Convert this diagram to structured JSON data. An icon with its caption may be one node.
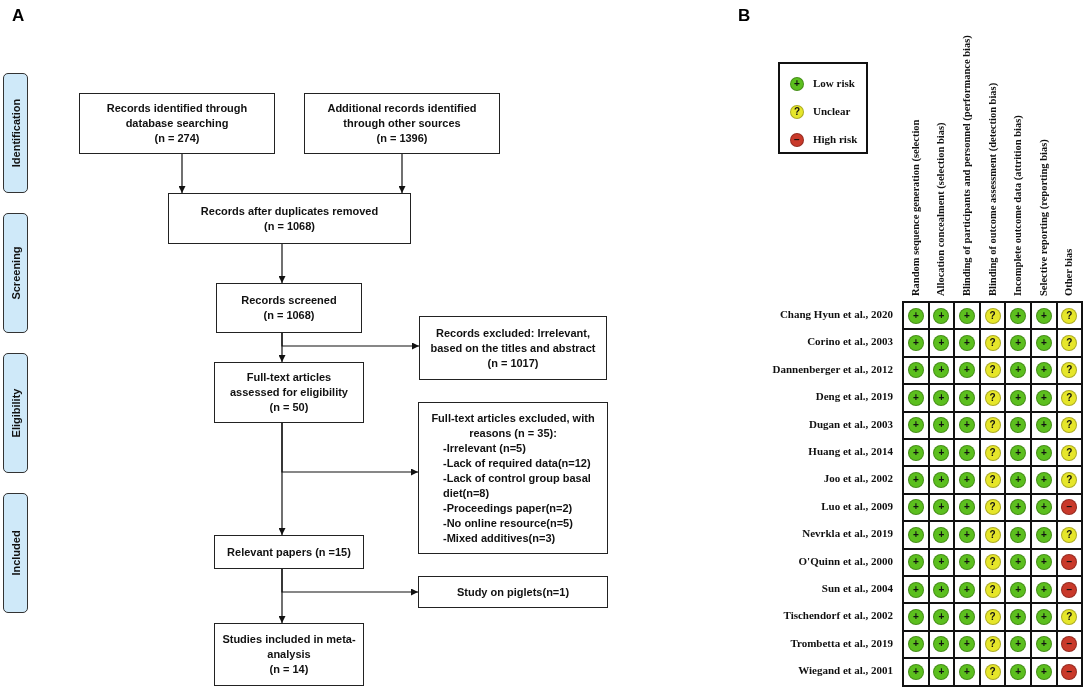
{
  "diagram": {
    "nodes": [
      {
        "text": [
          "Identification"
        ]
      },
      {
        "text": [
          "Screening"
        ]
      },
      {
        "text": [
          "Eligibility"
        ]
      },
      {
        "text": [
          "Included"
        ]
      },
      {
        "text": [
          "Records identified through database searching",
          "(n = 274)"
        ]
      },
      {
        "text": [
          "Additional records identified through other sources",
          "(n = 1396)"
        ]
      },
      {
        "text": [
          "Records after duplicates removed",
          "(n = 1068)"
        ]
      },
      {
        "text": [
          "Records screened",
          "(n = 1068)"
        ]
      },
      {
        "text": [
          "Records excluded: Irrelevant, based on the titles and abstract (n = 1017)"
        ]
      },
      {
        "text": [
          "Full-text articles assessed for eligibility",
          "(n = 50)"
        ]
      },
      {
        "text": [
          "Full-text articles excluded, with reasons (n = 35):",
          "-Irrelevant (n=5)",
          "-Lack of required data(n=12)",
          "-Lack of control group basal diet(n=8)",
          "-Proceedings paper(n=2)",
          "-No online resource(n=5)",
          "-Mixed additives(n=3)"
        ]
      },
      {
        "text": [
          "Relevant papers (n =15)"
        ]
      },
      {
        "text": [
          "Study on piglets(n=1)"
        ]
      },
      {
        "text": [
          "Studies included in meta-analysis",
          "(n = 14)"
        ]
      }
    ],
    "edges": [
      {
        "from": 4,
        "to": 6,
        "arrow": "to"
      },
      {
        "from": 5,
        "to": 6,
        "arrow": "to"
      },
      {
        "from": 6,
        "to": 7,
        "arrow": "to"
      },
      {
        "from": 7,
        "to": 9,
        "arrow": "to"
      },
      {
        "from": 7,
        "to": 8,
        "arrow": "to"
      },
      {
        "from": 9,
        "to": 11,
        "arrow": "to"
      },
      {
        "from": 9,
        "to": 10,
        "arrow": "to"
      },
      {
        "from": 11,
        "to": 13,
        "arrow": "to"
      },
      {
        "from": 11,
        "to": 12,
        "arrow": "to"
      }
    ],
    "labels": [
      "A",
      "B",
      "+",
      "?",
      "−",
      "Random sequence generation (selection",
      "Allocation concealment (selection bias)",
      "Blinding of participants and personnel (performance bias)",
      "Blinding of outcome assessment (detection bias)",
      "Incomplete outcome data (attrition bias)",
      "Selective reporting (reporting bias)",
      "Other bias",
      "Chang Hyun et al., 2020",
      "+",
      "+",
      "+",
      "?",
      "+",
      "+",
      "?",
      "Corino et al., 2003",
      "+",
      "+",
      "+",
      "?",
      "+",
      "+",
      "?",
      "Dannenberger et al., 2012",
      "+",
      "+",
      "+",
      "?",
      "+",
      "+",
      "?",
      "Deng et al., 2019",
      "+",
      "+",
      "+",
      "?",
      "+",
      "+",
      "?",
      "Dugan et al., 2003",
      "+",
      "+",
      "+",
      "?",
      "+",
      "+",
      "?",
      "Huang et al., 2014",
      "+",
      "+",
      "+",
      "?",
      "+",
      "+",
      "?",
      "Joo et al., 2002",
      "+",
      "+",
      "+",
      "?",
      "+",
      "+",
      "?",
      "Luo et al., 2009",
      "+",
      "+",
      "+",
      "?",
      "+",
      "+",
      "−",
      "Nevrkla et al., 2019",
      "+",
      "+",
      "+",
      "?",
      "+",
      "+",
      "?",
      "O'Quinn et al., 2000",
      "+",
      "+",
      "+",
      "?",
      "+",
      "+",
      "−",
      "Sun et al., 2004",
      "+",
      "+",
      "+",
      "?",
      "+",
      "+",
      "−",
      "Tischendorf et al., 2002",
      "+",
      "+",
      "+",
      "?",
      "+",
      "+",
      "?",
      "Trombetta et al., 2019",
      "+",
      "+",
      "+",
      "?",
      "+",
      "+",
      "−",
      "Wiegand et al., 2001",
      "+",
      "+",
      "+",
      "?",
      "+",
      "+",
      "−"
    ],
    "legend": [
      {
        "text": "Low risk",
        "color": "#5cbf1e"
      },
      {
        "text": "Unclear",
        "color": "#e6e62a"
      },
      {
        "text": "High risk",
        "color": "#c9392a"
      }
    ]
  }
}
